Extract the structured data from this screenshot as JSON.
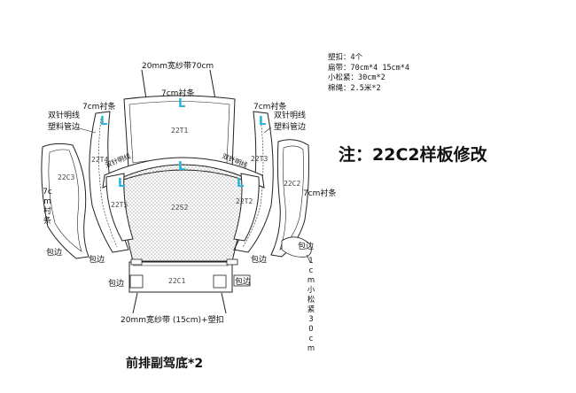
{
  "note": "注：22C2样板修改",
  "caption": "前排副驾底*2",
  "spec_lines": [
    "塑扣：4个",
    "扁带：70cm*4  15cm*4",
    "小松紧：30cm*2",
    "棉绳：2.5米*2"
  ],
  "labels": {
    "top_strap": "20mm宽纱带70cm",
    "top_lining": "7cm衬条",
    "left_lining": "7cm衬条",
    "right_lining": "7cm衬条",
    "left_seam": "双针明线",
    "left_seam2": "塑料管边",
    "right_seam": "双针明线",
    "right_seam2": "塑料管边",
    "center_left_seam": "双针明线",
    "center_right_seam": "双针明线",
    "right_side_lining": "7cm衬条",
    "left_vertical": "7cm衬条",
    "bottom_strap": "20mm宽纱带 (15cm)+塑扣",
    "right_elastic_vertical": "1cm小松紧30cm",
    "edge_1": "包边",
    "edge_2": "包边",
    "edge_3": "包边",
    "edge_4": "包边",
    "edge_5": "包边",
    "edge_6": "包边"
  },
  "pieces": {
    "t1": "22T1",
    "s2": "22S2",
    "c1": "22C1",
    "c2": "22C2",
    "c3": "22C3",
    "t2": "22T2",
    "t3": "22T3",
    "t4": "22T4",
    "t5": "22T5"
  },
  "marks": [
    "L",
    "L",
    "L",
    "L",
    "L",
    "L"
  ]
}
